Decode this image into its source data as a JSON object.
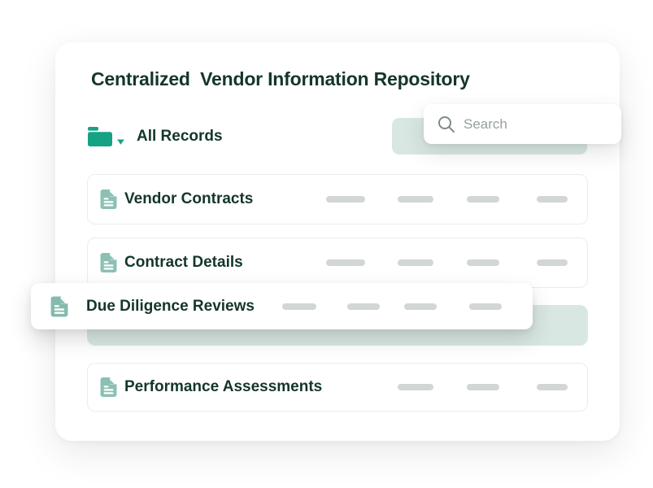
{
  "page": {
    "title": "Centralized  Vendor Information Repository"
  },
  "toolbar": {
    "folder_label": "All Records",
    "search_placeholder": "Search"
  },
  "rows": [
    {
      "label": "Vendor Contracts",
      "placeholder_dashes": 4,
      "state": "default"
    },
    {
      "label": "Contract Details",
      "placeholder_dashes": 4,
      "state": "default"
    },
    {
      "label": "Due Diligence Reviews",
      "placeholder_dashes": 4,
      "state": "active-popout"
    },
    {
      "label": "Performance Assessments",
      "placeholder_dashes": 3,
      "state": "default"
    }
  ],
  "colors": {
    "accent_teal": "#15a285",
    "icon_teal": "#8cc0b4",
    "highlight_teal": "#d9e7e3",
    "text_dark_green": "#14362c",
    "placeholder_gray": "#d2d6d5"
  }
}
